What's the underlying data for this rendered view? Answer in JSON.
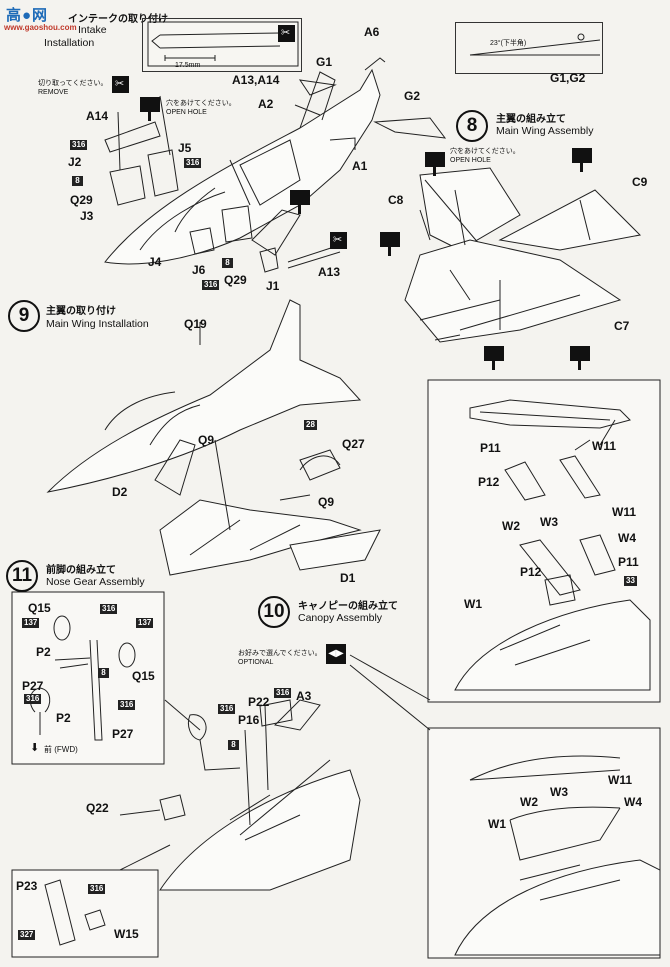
{
  "watermark": {
    "line1": "高●网",
    "line2": "www.gaoshou.com"
  },
  "step_intake": {
    "title_jp": "インテークの取り付け",
    "title_en_a": "Intake",
    "title_en_b": "Installation",
    "remove_jp": "切り取ってください。",
    "remove_en": "REMOVE",
    "open_hole_jp": "穴をあけてください。",
    "open_hole_en": "OPEN HOLE",
    "dim_label": "17.5mm",
    "inset_parts": "A13,A14",
    "angle_label": "23°(下半角)",
    "angle_parts": "G1,G2",
    "parts": [
      "A6",
      "G1",
      "A2",
      "G2",
      "A14",
      "J2",
      "J5",
      "A1",
      "Q29",
      "J3",
      "C8",
      "J4",
      "J6",
      "Q29",
      "J1",
      "A13"
    ],
    "tags": [
      "316",
      "8",
      "316",
      "8",
      "316"
    ]
  },
  "step8": {
    "num": "8",
    "title_jp": "主翼の組み立て",
    "title_en": "Main Wing Assembly",
    "open_hole_jp": "穴をあけてください。",
    "open_hole_en": "OPEN HOLE",
    "parts": [
      "C9",
      "C7"
    ]
  },
  "step9": {
    "num": "9",
    "title_jp": "主翼の取り付け",
    "title_en": "Main Wing Installation",
    "parts": [
      "Q19",
      "Q9",
      "Q27",
      "D2",
      "Q9",
      "D1"
    ],
    "tags": [
      "28"
    ]
  },
  "step11": {
    "num": "11",
    "title_jp": "前脚の組み立て",
    "title_en": "Nose Gear Assembly",
    "parts": [
      "Q15",
      "P2",
      "Q15",
      "P27",
      "P2",
      "P27"
    ],
    "tags": [
      "316",
      "137",
      "137",
      "8",
      "316",
      "316"
    ],
    "fwd": "前 (FWD)"
  },
  "step10": {
    "num": "10",
    "title_jp": "キャノピーの組み立て",
    "title_en": "Canopy Assembly",
    "optional_jp": "お好みで選んでください。",
    "optional_en": "OPTIONAL",
    "parts_open": [
      "P11",
      "W11",
      "P12",
      "W11",
      "W2",
      "W3",
      "W4",
      "P11",
      "P12",
      "W1"
    ],
    "parts_closed": [
      "W11",
      "W3",
      "W2",
      "W4",
      "W1"
    ],
    "tags": [
      "33"
    ]
  },
  "gear_bay": {
    "parts": [
      "P22",
      "A3",
      "P16",
      "Q22",
      "P23",
      "W15"
    ],
    "tags": [
      "316",
      "316",
      "8",
      "316",
      "327"
    ]
  }
}
